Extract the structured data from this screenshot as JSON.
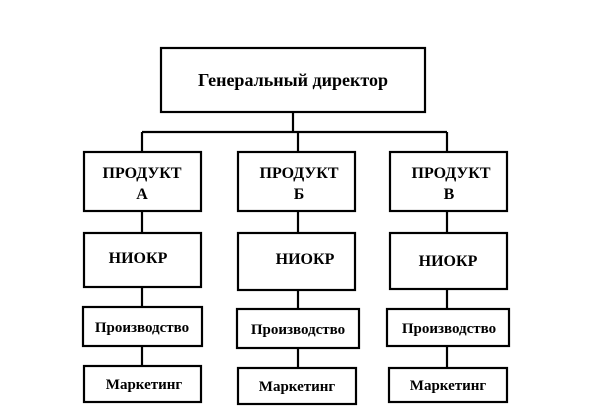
{
  "diagram": {
    "root": {
      "label": "Генеральный директор"
    },
    "columns": [
      {
        "product_line1": "ПРОДУКТ",
        "product_line2": "А",
        "niokr": "НИОКР",
        "production": "Производство",
        "marketing": "Маркетинг"
      },
      {
        "product_line1": "ПРОДУКТ",
        "product_line2": "Б",
        "niokr": "НИОКР",
        "production": "Производство",
        "marketing": "Маркетинг"
      },
      {
        "product_line1": "ПРОДУКТ",
        "product_line2": "В",
        "niokr": "НИОКР",
        "production": "Производство",
        "marketing": "Маркетинг"
      }
    ]
  }
}
